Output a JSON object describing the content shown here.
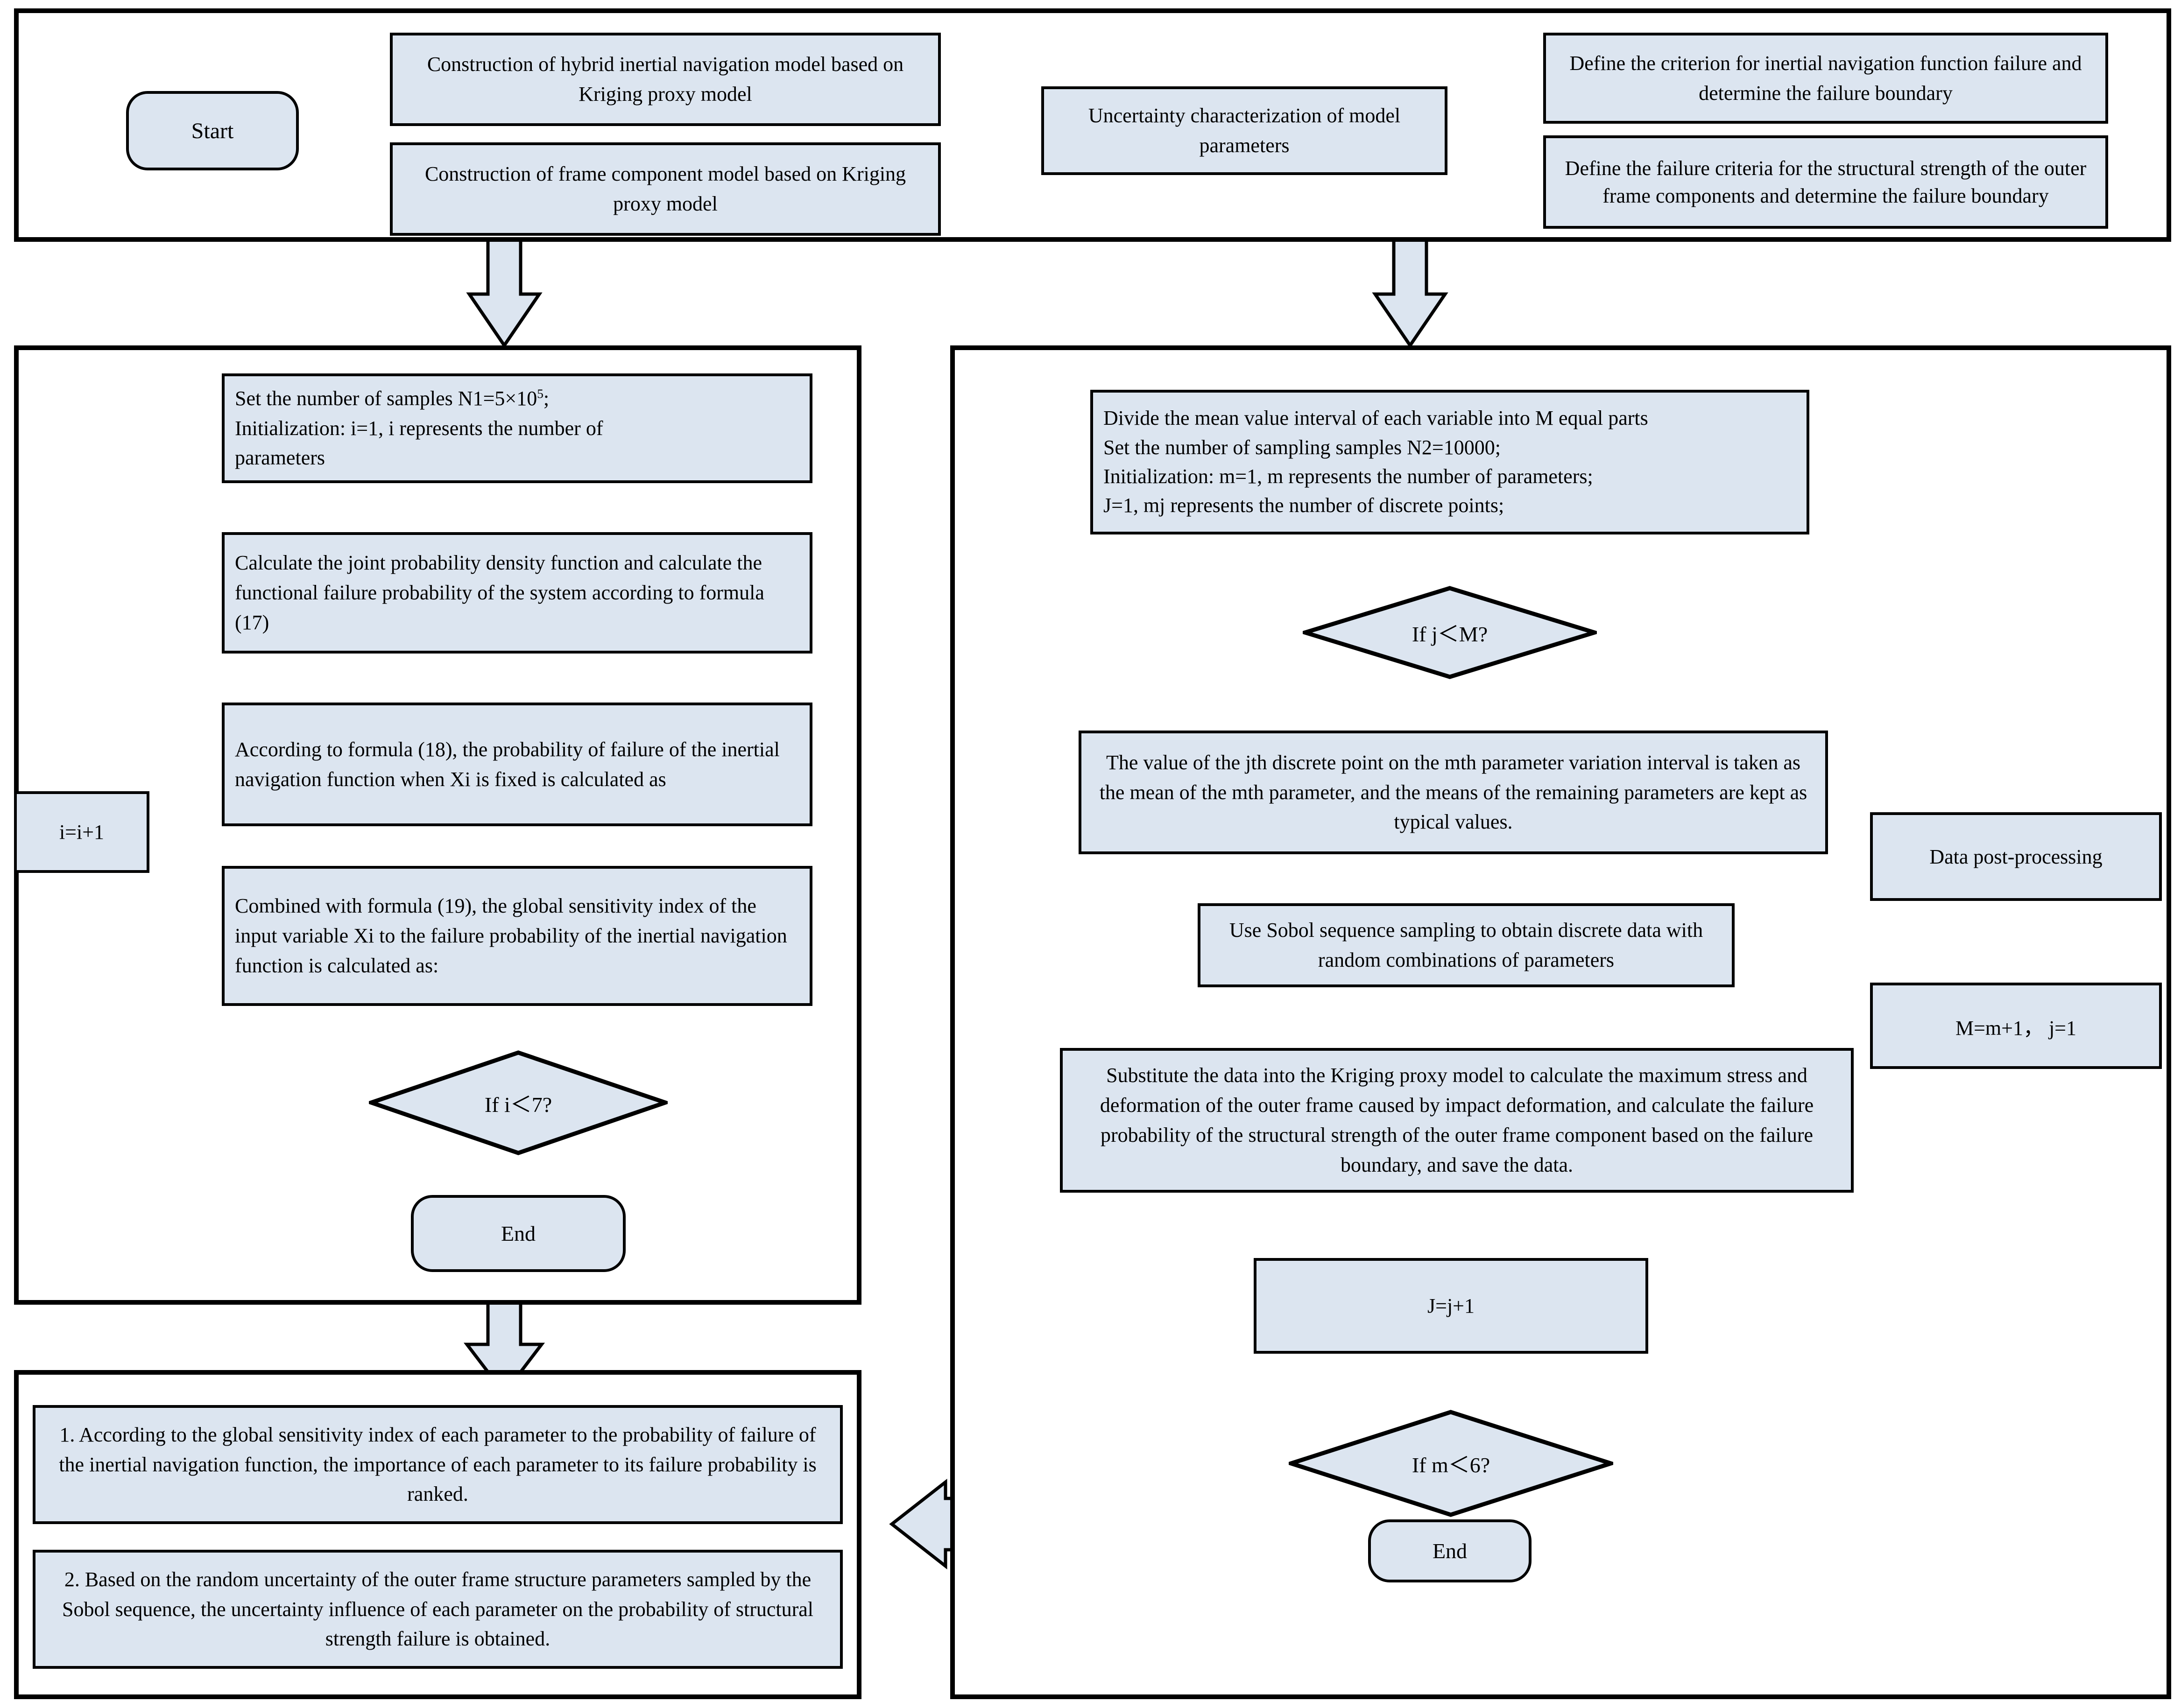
{
  "diagram": {
    "title": "Reliability and sensitivity analysis flowchart",
    "colors": {
      "node_fill": "#dce5f0",
      "node_stroke": "#000000",
      "panel_stroke": "#000000",
      "connector": "#000000",
      "block_arrow_fill": "#dce5f0",
      "background": "#ffffff"
    }
  },
  "panel_top": {
    "start": "Start",
    "box_hybrid_model": "Construction of hybrid inertial navigation model based on Kriging proxy model",
    "box_frame_model": "Construction of frame component model based on Kriging proxy model",
    "box_uncertainty": "Uncertainty characterization of model parameters",
    "box_criterion_nav": "Define the criterion for inertial navigation function failure and determine the failure boundary",
    "box_criteria_struct": "Define the failure criteria for the structural strength of the outer frame components and determine the failure boundary"
  },
  "panel_left": {
    "box_set_samples_line1": "Set the number of samples N1=5×10",
    "box_set_samples_sup": "5",
    "box_set_samples_line1_tail": ";",
    "box_set_samples_line2": "Initialization: i=1, i represents the number of",
    "box_set_samples_line3": "parameters",
    "box_joint_pdf": "Calculate the joint probability density function and calculate the functional failure probability of the system according to formula (17)",
    "box_formula18": "According to formula (18), the probability of failure of the inertial navigation function when Xi is fixed is calculated as",
    "box_formula19": "Combined with formula (19), the global sensitivity index of the input variable Xi to the failure probability of the inertial navigation function is calculated as:",
    "decision_i": "If i＜7?",
    "box_increment_i": "i=i+1",
    "end": "End"
  },
  "panel_right": {
    "box_init_line1": "Divide the mean value interval of each variable into M equal parts",
    "box_init_line2": "Set the number of sampling samples N2=10000;",
    "box_init_line3": "Initialization: m=1, m represents the number of parameters;",
    "box_init_line4": "J=1, mj represents the number of discrete points;",
    "decision_j": "If j＜M?",
    "box_jth_point": "The value of the jth discrete point on the mth parameter variation interval is taken as the mean of the mth parameter, and the means of the remaining parameters are kept as typical values.",
    "box_sobol": "Use Sobol sequence sampling to obtain discrete data with random combinations of parameters",
    "box_substitute": "Substitute the data into the Kriging proxy model to calculate the maximum stress and deformation of the outer frame caused by impact deformation, and calculate the failure probability of the structural strength of the outer frame component based on the failure boundary, and save the data.",
    "box_data_post": "Data post-processing",
    "box_increment_m": "M=m+1，  j=1",
    "box_increment_j": "J=j+1",
    "decision_m": "If m＜6?",
    "end": "End"
  },
  "panel_bottom": {
    "conclusion_1": "1. According to the global sensitivity index of each parameter to the probability of failure of the inertial navigation function, the importance of each parameter to its failure probability is ranked.",
    "conclusion_2": "2. Based on the random uncertainty of the outer frame structure parameters sampled by the Sobol sequence, the uncertainty influence of each parameter on the probability of structural strength failure is obtained."
  }
}
